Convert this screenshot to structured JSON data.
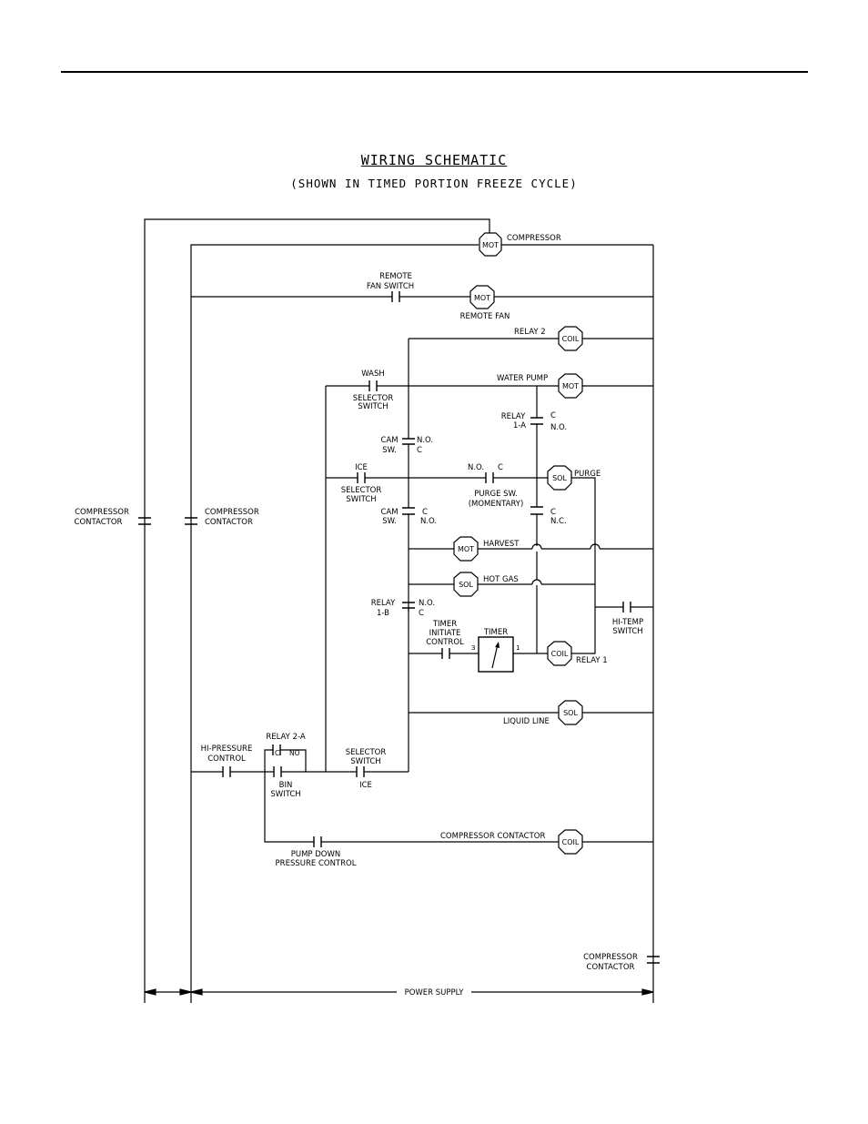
{
  "title": "WIRING SCHEMATIC",
  "subtitle": "(SHOWN IN TIMED PORTION FREEZE CYCLE)",
  "components": {
    "comp_mot": "MOT",
    "comp_label": "COMPRESSOR",
    "remote_sw1": "REMOTE",
    "remote_sw2": "FAN SWITCH",
    "fan_mot": "MOT",
    "fan_label": "REMOTE FAN",
    "relay2_label": "RELAY 2",
    "relay2_coil": "COIL",
    "wash": "WASH",
    "sel1": "SELECTOR",
    "sel2": "SWITCH",
    "wp_label": "WATER PUMP",
    "wp_mot": "MOT",
    "relay1a_1": "RELAY",
    "relay1a_2": "1-A",
    "r1a_c": "C",
    "r1a_no": "N.O.",
    "cam1_1": "CAM",
    "cam1_2": "SW.",
    "cam1_no": "N.O.",
    "cam1_c": "C",
    "ice": "ICE",
    "purge_no": "N.O.",
    "purge_c": "C",
    "purge_sw1": "PURGE SW.",
    "purge_sw2": "(MOMENTARY)",
    "purge_sol": "SOL",
    "purge_label": "PURGE",
    "cam2_c": "C",
    "cam2_no": "N.O.",
    "r1c_c": "C",
    "r1c_nc": "N.C.",
    "harvest_mot": "MOT",
    "harvest_label": "HARVEST",
    "hotgas_sol": "SOL",
    "hotgas_label": "HOT GAS",
    "relay1b_1": "RELAY",
    "relay1b_2": "1-B",
    "r1b_no": "N.O.",
    "r1b_c": "C",
    "hitemp1": "HI-TEMP",
    "hitemp2": "SWITCH",
    "timer_label": "TIMER",
    "ti1": "TIMER",
    "ti2": "INITIATE",
    "ti3": "CONTROL",
    "timer_t3": "3",
    "timer_t1": "1",
    "relay1_coil": "COIL",
    "relay1_label": "RELAY 1",
    "ll_sol": "SOL",
    "ll_label": "LIQUID LINE",
    "relay2a": "RELAY 2-A",
    "r2a_c": "C",
    "r2a_no": "NO",
    "hip1": "HI-PRESSURE",
    "hip2": "CONTROL",
    "bin1": "BIN",
    "bin2": "SWITCH",
    "selb1": "SELECTOR",
    "selb2": "SWITCH",
    "selb3": "ICE",
    "cc_label": "COMPRESSOR CONTACTOR",
    "cc_coil": "COIL",
    "pd1": "PUMP DOWN",
    "pd2": "PRESSURE CONTROL",
    "cc_l1": "COMPRESSOR",
    "cc_l2": "CONTACTOR",
    "cc_m1": "COMPRESSOR",
    "cc_m2": "CONTACTOR",
    "cc_r1": "COMPRESSOR",
    "cc_r2": "CONTACTOR",
    "power": "POWER SUPPLY"
  }
}
